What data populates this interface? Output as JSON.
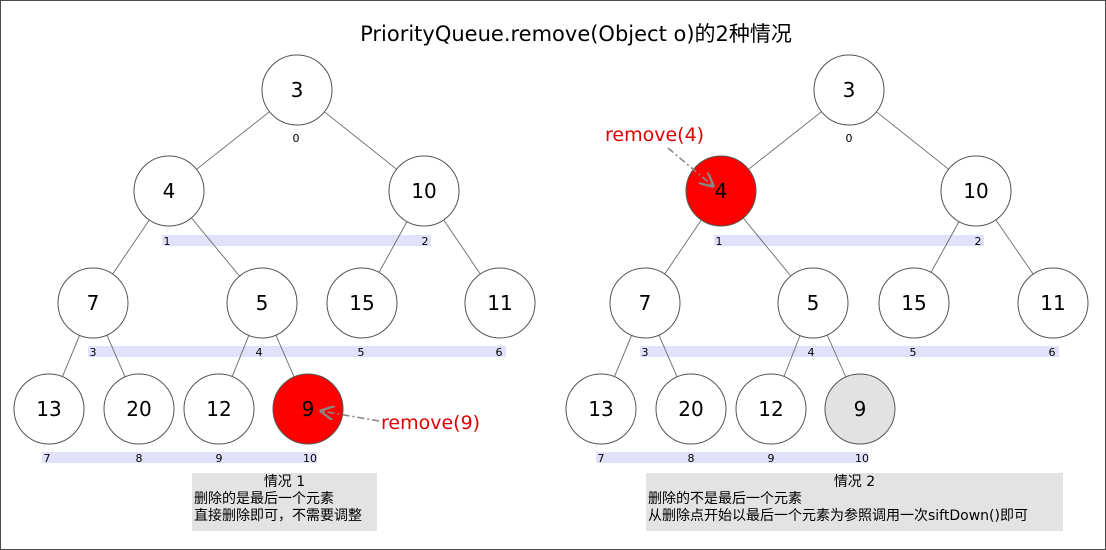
{
  "title": "PriorityQueue.remove(Object o)的2种情况",
  "colors": {
    "node_fill": "#ffffff",
    "node_stroke": "#555555",
    "removed_node_fill": "#ff0000",
    "moved_node_fill": "#e2e2e2",
    "index_bar": "#e1e1fb",
    "annotation_text": "#e00000",
    "arrow": "#888888",
    "caption_bg": "#e3e3e3"
  },
  "diagrams": [
    {
      "nodes": [
        {
          "value": "3",
          "index": "0",
          "state": "normal"
        },
        {
          "value": "4",
          "index": "1",
          "state": "normal"
        },
        {
          "value": "10",
          "index": "2",
          "state": "normal"
        },
        {
          "value": "7",
          "index": "3",
          "state": "normal"
        },
        {
          "value": "5",
          "index": "4",
          "state": "normal"
        },
        {
          "value": "15",
          "index": "5",
          "state": "normal"
        },
        {
          "value": "11",
          "index": "6",
          "state": "normal"
        },
        {
          "value": "13",
          "index": "7",
          "state": "normal"
        },
        {
          "value": "20",
          "index": "8",
          "state": "normal"
        },
        {
          "value": "12",
          "index": "9",
          "state": "normal"
        },
        {
          "value": "9",
          "index": "10",
          "state": "removed"
        }
      ],
      "annotation": "remove(9)",
      "caption": {
        "title": "情况 1",
        "lines": [
          "删除的是最后一个元素",
          "直接删除即可，不需要调整"
        ]
      }
    },
    {
      "nodes": [
        {
          "value": "3",
          "index": "0",
          "state": "normal"
        },
        {
          "value": "4",
          "index": "1",
          "state": "removed"
        },
        {
          "value": "10",
          "index": "2",
          "state": "normal"
        },
        {
          "value": "7",
          "index": "3",
          "state": "normal"
        },
        {
          "value": "5",
          "index": "4",
          "state": "normal"
        },
        {
          "value": "15",
          "index": "5",
          "state": "normal"
        },
        {
          "value": "11",
          "index": "6",
          "state": "normal"
        },
        {
          "value": "13",
          "index": "7",
          "state": "normal"
        },
        {
          "value": "20",
          "index": "8",
          "state": "normal"
        },
        {
          "value": "12",
          "index": "9",
          "state": "normal"
        },
        {
          "value": "9",
          "index": "10",
          "state": "moved"
        }
      ],
      "annotation": "remove(4)",
      "caption": {
        "title": "情况 2",
        "lines": [
          "删除的不是最后一个元素",
          "从删除点开始以最后一个元素为参照调用一次siftDown()即可"
        ]
      }
    }
  ]
}
